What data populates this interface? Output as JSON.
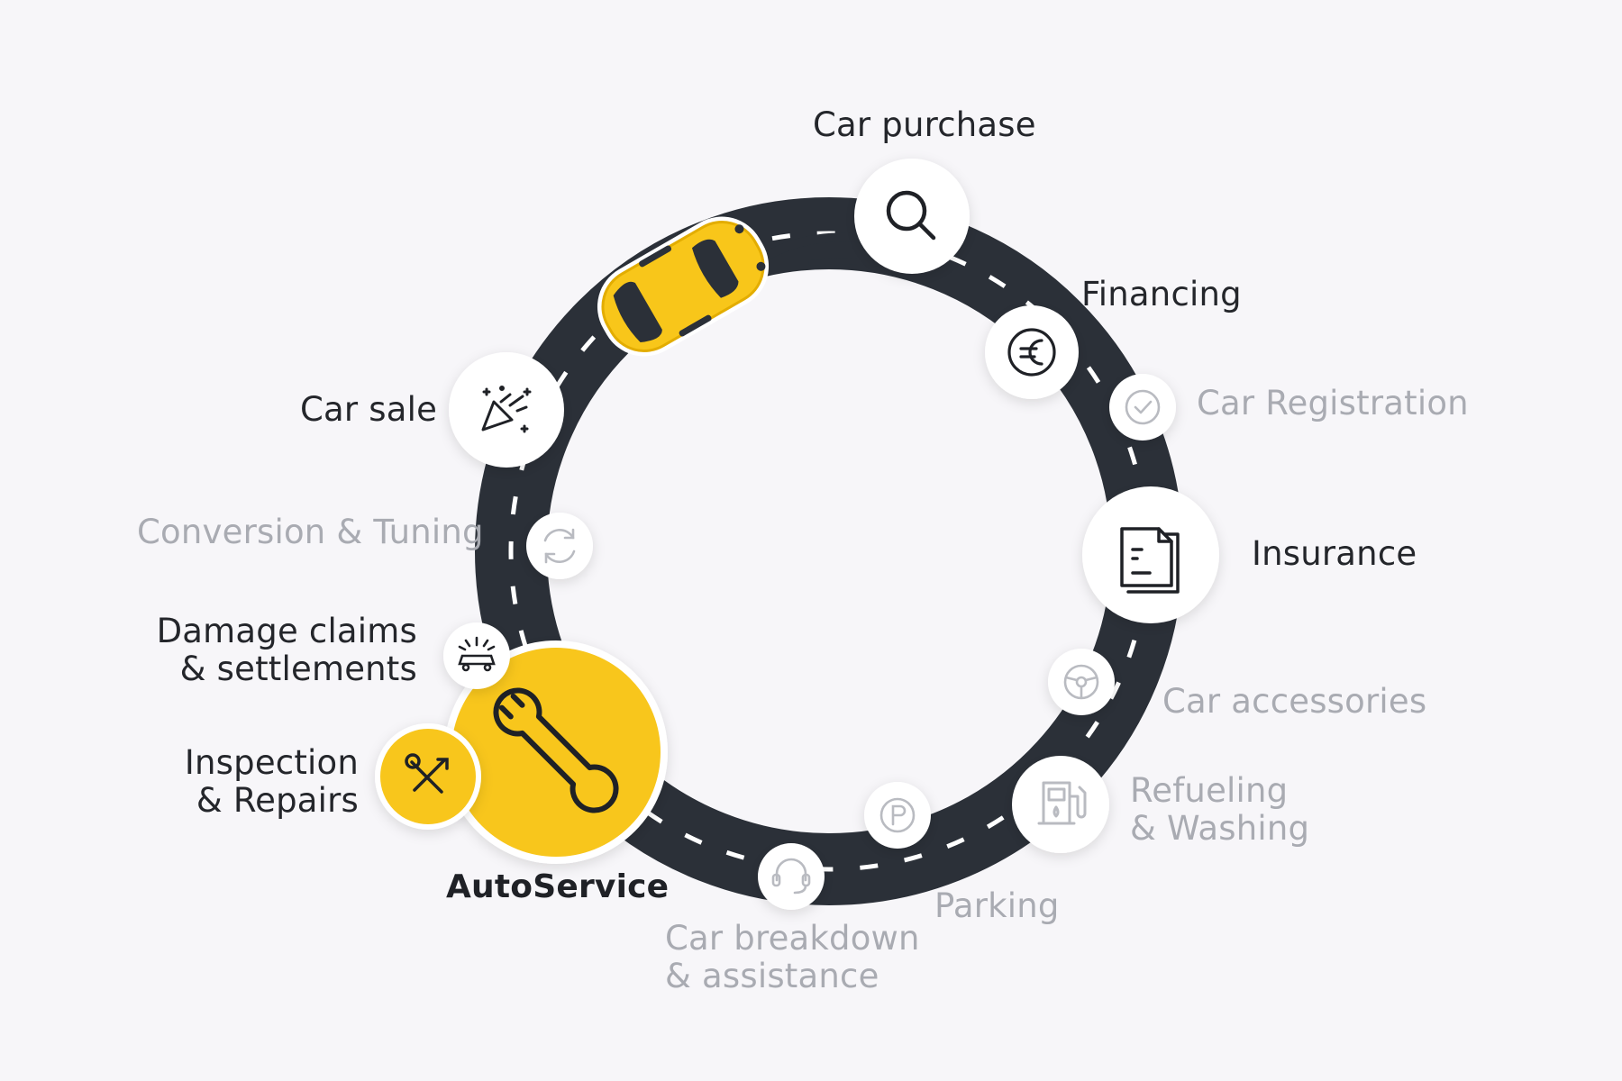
{
  "colors": {
    "road": "#2b3038",
    "accent": "#f8c61a",
    "background": "#f7f6f9",
    "active_text": "#24262b",
    "inactive_text": "#a9abb2"
  },
  "stations": {
    "car_purchase": {
      "label": "Car purchase",
      "icon": "search-icon"
    },
    "financing": {
      "label": "Financing",
      "icon": "euro-icon"
    },
    "car_registration": {
      "label": "Car Registration",
      "icon": "check-circle-icon"
    },
    "insurance": {
      "label": "Insurance",
      "icon": "document-icon"
    },
    "car_accessories": {
      "label": "Car accessories",
      "icon": "steering-wheel-icon"
    },
    "refueling": {
      "line1": "Refueling",
      "line2": "& Washing",
      "icon": "fuel-pump-icon"
    },
    "parking": {
      "label": "Parking",
      "icon": "parking-icon"
    },
    "breakdown": {
      "line1": "Car breakdown",
      "line2": "& assistance",
      "icon": "headset-icon"
    },
    "autoservice": {
      "label": "AutoService",
      "icon": "wrench-icon"
    },
    "inspection": {
      "line1": "Inspection",
      "line2": "& Repairs",
      "icon": "tools-icon"
    },
    "damage": {
      "line1": "Damage claims",
      "line2": "& settlements",
      "icon": "car-crash-icon"
    },
    "conversion": {
      "label": "Conversion & Tuning",
      "icon": "refresh-icon"
    },
    "car_sale": {
      "label": "Car sale",
      "icon": "party-popper-icon"
    }
  }
}
